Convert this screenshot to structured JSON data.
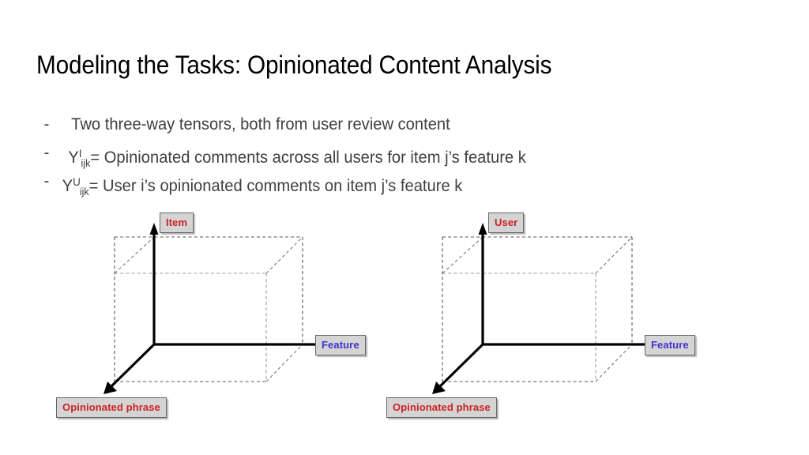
{
  "slide": {
    "title": "Modeling the Tasks: Opinionated Content Analysis",
    "background_color": "#ffffff"
  },
  "bullets": [
    {
      "marker": "-",
      "text": "Two three-way tensors, both from user review content"
    },
    {
      "marker": "-",
      "variable": "Y",
      "superscript": "I",
      "subscript": "ijk",
      "text": "= Opinionated comments across all users for item j’s feature k"
    },
    {
      "marker": "-",
      "variable": "Y",
      "superscript": "U",
      "subscript": "ijk",
      "text": "= User i’s opinionated comments on item j’s feature k"
    }
  ],
  "diagrams": [
    {
      "id": "tensor-item",
      "name": "Y^I tensor axes",
      "axes": {
        "vertical_label": "Item",
        "horizontal_label": "Feature",
        "depth_label": "Opinionated phrase"
      },
      "label_colors": {
        "vertical": "#cc2222",
        "horizontal": "#4032cf",
        "depth": "#cc2222"
      }
    },
    {
      "id": "tensor-user",
      "name": "Y^U tensor axes",
      "axes": {
        "vertical_label": "User",
        "horizontal_label": "Feature",
        "depth_label": "Opinionated phrase"
      },
      "label_colors": {
        "vertical": "#cc2222",
        "horizontal": "#4032cf",
        "depth": "#cc2222"
      }
    }
  ],
  "style": {
    "tag_background": "#d4d4d4",
    "tag_border": "#666666",
    "axis_color": "#000000",
    "box_edge_color": "#555555",
    "body_text_color": "#404040",
    "title_text_color": "#000000"
  }
}
